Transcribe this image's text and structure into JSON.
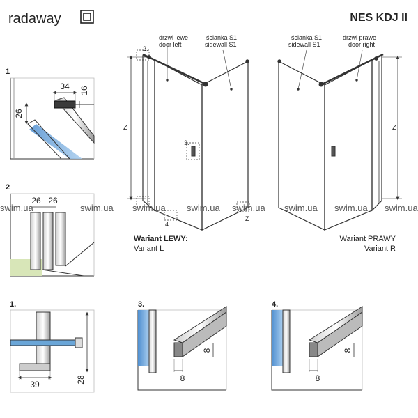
{
  "brand": {
    "name": "radaway"
  },
  "header": {
    "model": "NES KDJ II"
  },
  "labels": {
    "door_left_pl": "drzwi lewe",
    "door_left_en": "door left",
    "wall_s1_pl": "ścianka S1",
    "wall_s1_en": "sidewall S1",
    "door_right_pl": "drzwi prawe",
    "door_right_en": "door right",
    "z": "Z",
    "variant_left_1": "Wariant LEWY:",
    "variant_left_2": "Variant L",
    "variant_right_1": "Wariant PRAWY",
    "variant_right_2": "Variant R"
  },
  "callouts": {
    "c1": "1",
    "c2": "2",
    "c3": "3.",
    "c4": "4.",
    "c2_top": "2.",
    "c3_top": "3.",
    "c4_top": "4.",
    "c1_bottom": "1."
  },
  "dims": {
    "detail1_w": "34",
    "detail1_h": "16",
    "detail1_side": "26",
    "detail2_a": "26",
    "detail2_b": "26",
    "bottom1_w": "39",
    "bottom1_h": "28",
    "bottom3_w": "8",
    "bottom3_h": "8",
    "bottom4_w": "8",
    "bottom4_h": "8"
  },
  "watermark": "swim.ua",
  "colors": {
    "glass": "#6aa6d8",
    "frame": "#2b2b2b",
    "floor": "#d8e6b8"
  }
}
